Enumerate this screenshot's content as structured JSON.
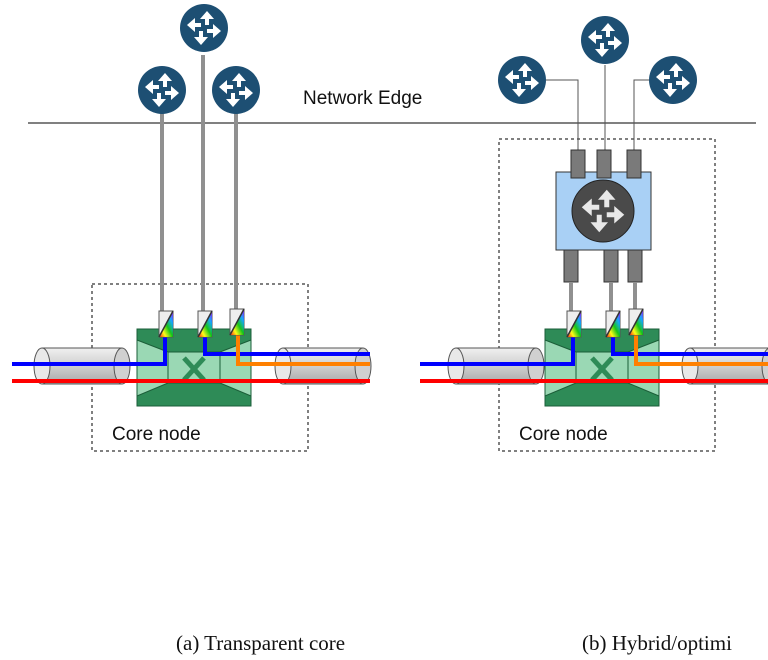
{
  "labels": {
    "network_edge": "Network Edge",
    "core_node_a": "Core node",
    "core_node_b": "Core node",
    "caption_a": "(a) Transparent core",
    "caption_b": "(b) Hybrid/optimi"
  },
  "colors": {
    "router_fill": "#1d4f73",
    "switch_fill": "#2e8b57",
    "crossconnect_fill": "#9ad8b4",
    "aggregator_fill": "#a9d0f5",
    "aggregator_router_fill": "#4a4a4a",
    "fiber_fill": "#d9d9d9",
    "lightpath_blue": "#0000ff",
    "lightpath_red": "#ff0000",
    "lightpath_orange": "#ff8000",
    "link_gray": "#909090"
  },
  "icons": {
    "edge_router": "router-icon",
    "core_switch": "cross-connect-icon",
    "aggregator": "router-icon"
  }
}
